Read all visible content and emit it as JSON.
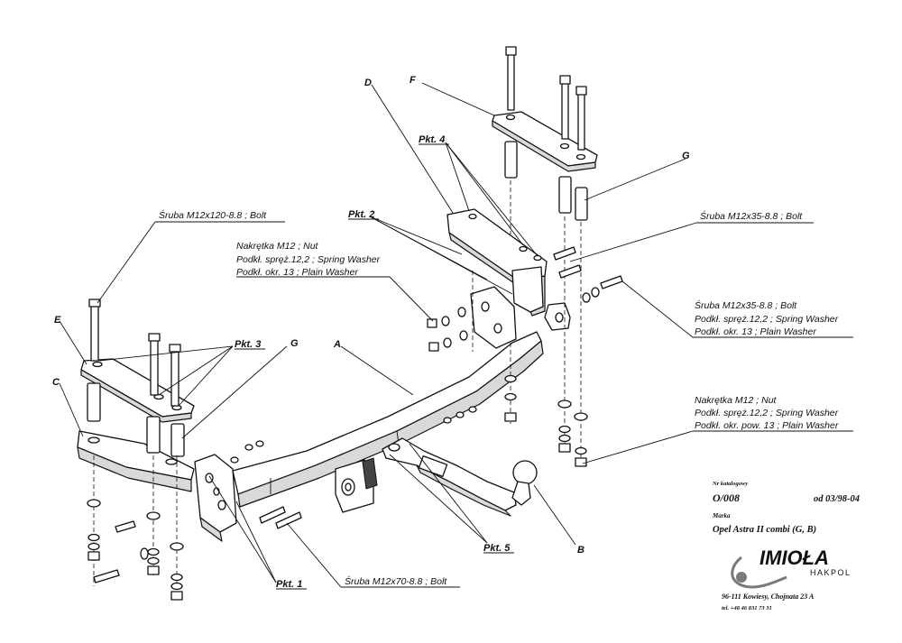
{
  "letters": {
    "A": "A",
    "B": "B",
    "C": "C",
    "D": "D",
    "E": "E",
    "F": "F",
    "G_top": "G",
    "G_left": "G"
  },
  "points": {
    "pkt1": "Pkt. 1",
    "pkt2": "Pkt. 2",
    "pkt3": "Pkt. 3",
    "pkt4": "Pkt. 4",
    "pkt5": "Pkt. 5"
  },
  "labels": {
    "bolt_120": "Śruba M12x120-8.8 ;  Bolt",
    "nut_group_left": [
      "Nakrętka  M12 ; Nut",
      "Podkł. spręż.12,2 ; Spring Washer",
      "Podkł. okr. 13 ; Plain Washer"
    ],
    "bolt_35_top": "Śruba M12x35-8.8 ;  Bolt",
    "bolt_35_group": [
      "Śruba M12x35-8.8 ;  Bolt",
      "Podkł. spręż.12,2 ; Spring Washer",
      "Podkł. okr. 13 ; Plain Washer"
    ],
    "nut_group_right": [
      "Nakrętka  M12 ; Nut",
      "Podkł. spręż.12,2 ; Spring Washer",
      "Podkł. okr. pow. 13 ; Plain Washer"
    ],
    "bolt_70": "Śruba M12x70-8.8 ;  Bolt"
  },
  "info": {
    "catalog_label": "Nr katalogowy",
    "catalog_number": "O/008",
    "date": "od 03/98-04",
    "make_label": "Marka",
    "make": "Opel Astra II combi (G, B)",
    "logo_name": "IMIOŁA",
    "logo_sub": "HAKPOL",
    "address": "96-111 Kowiesy, Chojnata 23 A",
    "phone": "tel. +48 46 831 73 31"
  },
  "colors": {
    "logo_red": "#d8232a",
    "logo_grey": "#7a7a7a",
    "line": "#111111"
  }
}
